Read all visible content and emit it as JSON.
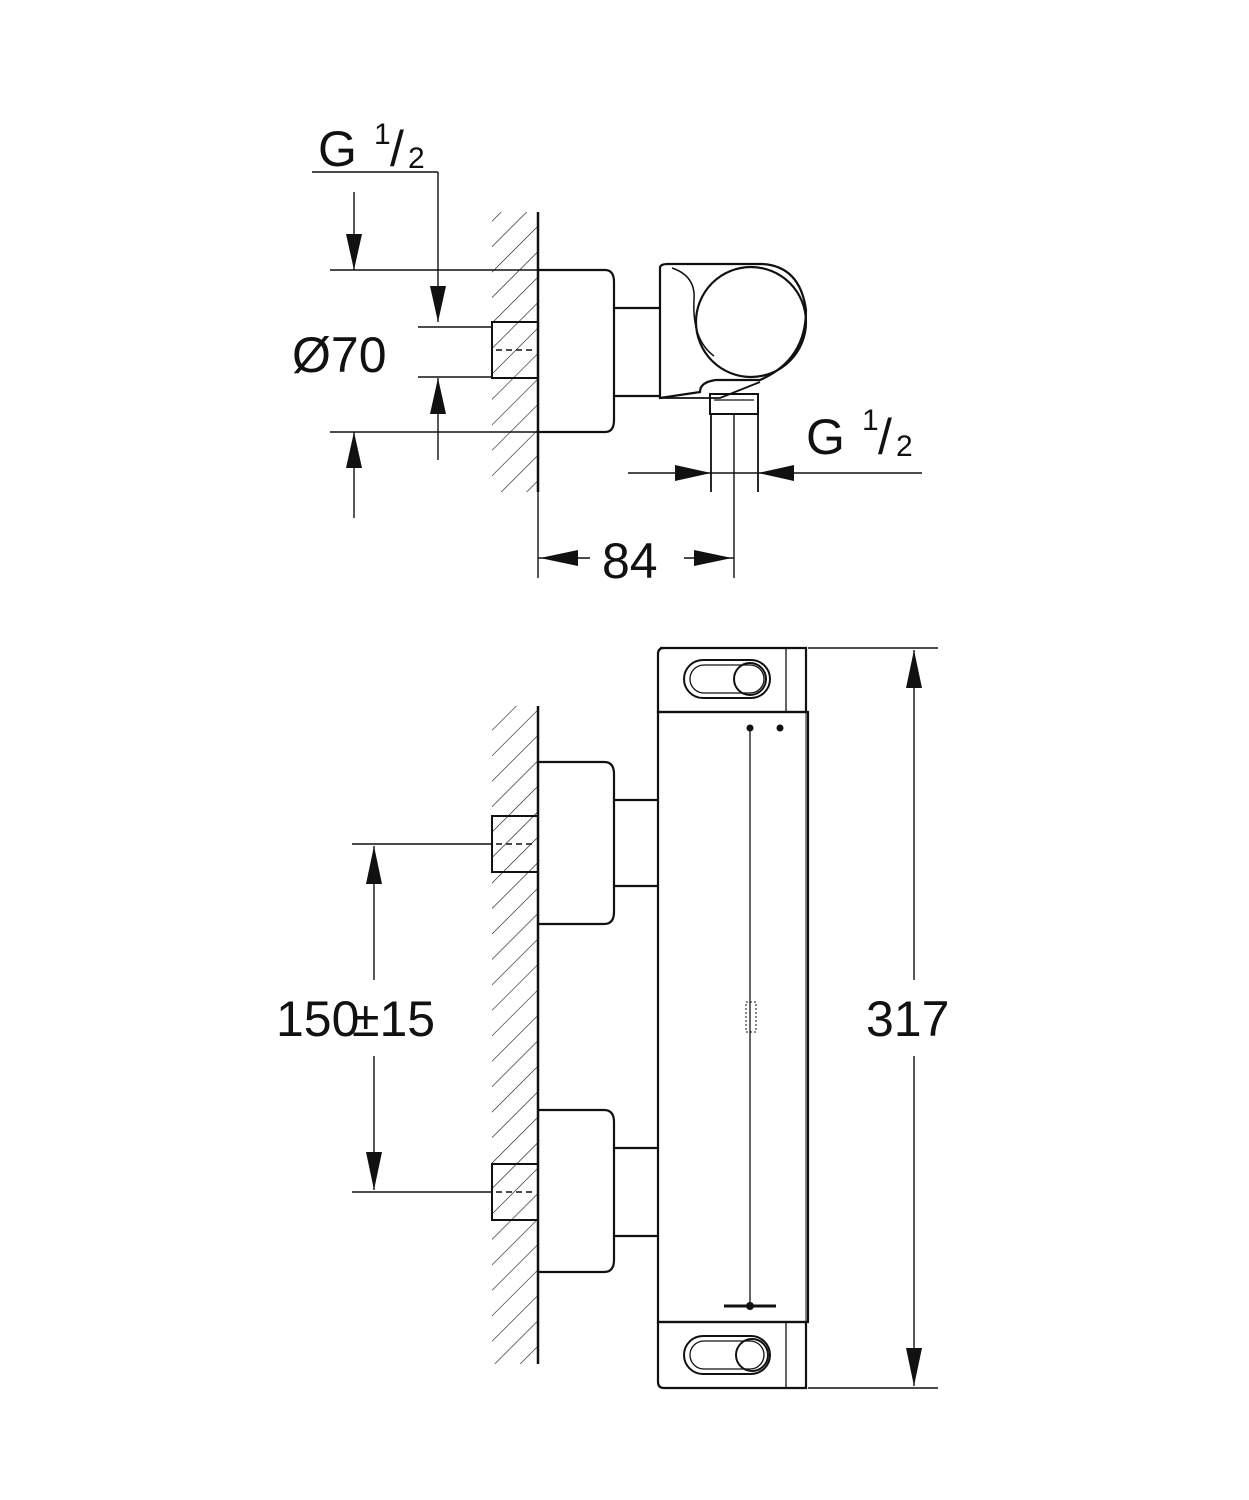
{
  "top_view": {
    "dimensions": {
      "thread_left": {
        "letter": "G",
        "num": "1",
        "den": "2"
      },
      "diameter": "Ø70",
      "depth": "84",
      "thread_right": {
        "letter": "G",
        "num": "1",
        "den": "2"
      }
    }
  },
  "front_view": {
    "dimensions": {
      "center_distance": "150",
      "tolerance": "±15",
      "height": "317"
    }
  },
  "colors": {
    "line": "#111111",
    "background": "#ffffff"
  }
}
